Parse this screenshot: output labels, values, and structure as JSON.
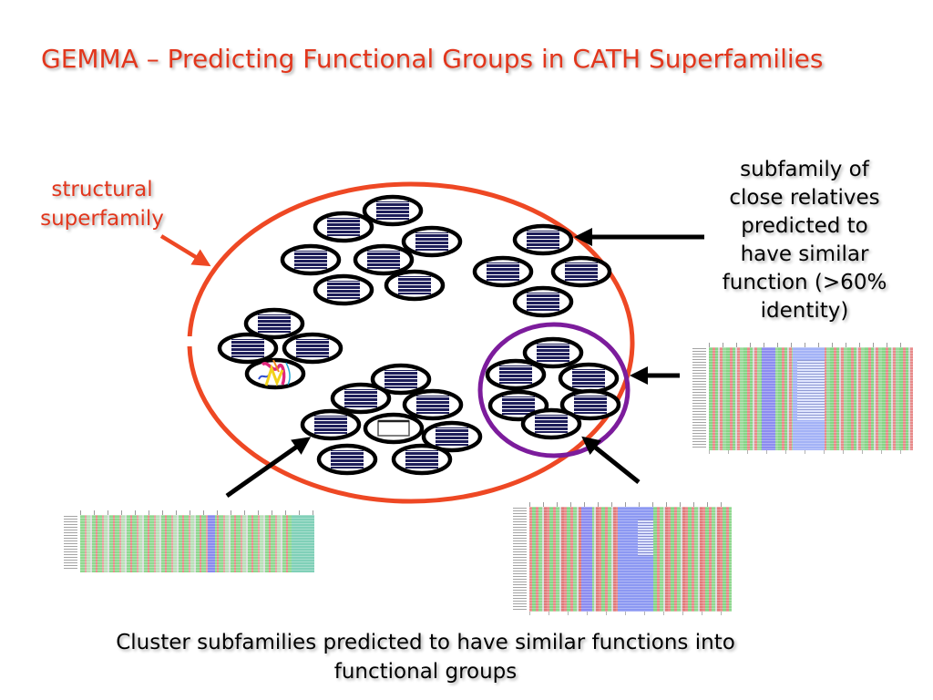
{
  "slide": {
    "title": "GEMMA – Predicting Functional Groups in CATH Superfamilies",
    "superfamily_label": [
      "structural",
      "superfamily"
    ],
    "subfamily_label": [
      "subfamily of",
      "close relatives",
      "predicted to",
      "have similar",
      "function (>60%",
      "identity)"
    ],
    "caption": [
      "Cluster subfamilies predicted to have similar functions into",
      "functional groups"
    ]
  },
  "colors": {
    "background": "#ffffff",
    "title": "#e2361c",
    "superfamily_label": "#e2361c",
    "superfamily_outline": "#ee4824",
    "functional_group_outline": "#7c1c9c",
    "subfamily_glyph": "#1e1e5a",
    "arrows": "#000000"
  }
}
